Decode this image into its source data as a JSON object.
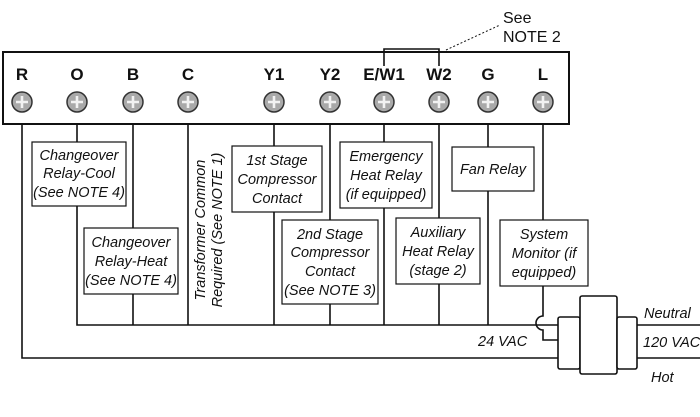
{
  "terminals": [
    "R",
    "O",
    "B",
    "C",
    "Y1",
    "Y2",
    "E/W1",
    "W2",
    "G",
    "L"
  ],
  "note2": [
    "See",
    "NOTE 2"
  ],
  "boxes": {
    "changeover_cool": [
      "Changeover",
      "Relay-Cool",
      "(See NOTE 4)"
    ],
    "changeover_heat": [
      "Changeover",
      "Relay-Heat",
      "(See NOTE 4)"
    ],
    "transformer_common": [
      "Transformer Common",
      "Required (See NOTE 1)"
    ],
    "stage1": [
      "1st Stage",
      "Compressor",
      "Contact"
    ],
    "stage2": [
      "2nd Stage",
      "Compressor",
      "Contact",
      "(See NOTE 3)"
    ],
    "emergency": [
      "Emergency",
      "Heat Relay",
      "(if equipped)"
    ],
    "auxiliary": [
      "Auxiliary",
      "Heat Relay",
      "(stage 2)"
    ],
    "fan": [
      "Fan Relay"
    ],
    "monitor": [
      "System",
      "Monitor (if",
      "equipped)"
    ]
  },
  "power": {
    "vac24": "24 VAC",
    "neutral": "Neutral",
    "vac120": "120 VAC",
    "hot": "Hot"
  }
}
